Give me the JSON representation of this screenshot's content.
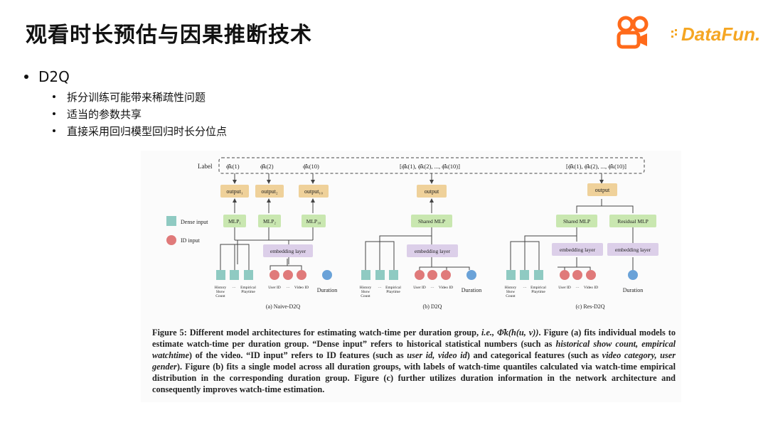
{
  "title": "观看时长预估与因果推断技术",
  "brand": {
    "right_logo_text": "DataFun."
  },
  "bullets": {
    "main": "D2Q",
    "items": [
      "拆分训练可能带来稀疏性问题",
      "适当的参数共享",
      "直接采用回归模型回归时长分位点"
    ]
  },
  "figure": {
    "label_text": "Label",
    "label_a": [
      "ϕ̂k(1)",
      "ϕ̂k(2)",
      "ϕ̂k(10)"
    ],
    "label_b": "[ϕ̂k(1), ϕ̂k(2), ..., ϕ̂k(10)]",
    "label_c": "[ϕ̂k(1), ϕ̂k(2), ..., ϕ̂k(10)]",
    "outputs_a": [
      "output₁",
      "output₂",
      "output₁₀"
    ],
    "output_b": "output",
    "output_c": "output",
    "mlps_a": [
      "MLP₁",
      "MLP₂",
      "MLP₁₀"
    ],
    "shared_mlp": "Shared MLP",
    "residual_mlp": "Residual MLP",
    "embedding": "embedding layer",
    "legend_dense": "Dense input",
    "legend_id": "ID input",
    "feat_history": [
      "History",
      "Show",
      "Count"
    ],
    "feat_empirical": [
      "Empirical",
      "Playtime"
    ],
    "feat_user": "User ID",
    "feat_video": "Video ID",
    "feat_duration": "Duration",
    "ellipsis": "···",
    "subcaptions": [
      "(a) Naive-D2Q",
      "(b) D2Q",
      "(c) Res-D2Q"
    ],
    "colors": {
      "output": "#efd19a",
      "mlp": "#c9e7b0",
      "embed": "#dccfe9",
      "dense": "#8fcac2",
      "id": "#e07a7a",
      "duration": "#6aa2d8"
    }
  },
  "caption": {
    "p1": "Figure 5: Different model architectures for estimating watch-time per duration group, ",
    "p2": "i.e., Φ̂k(h(u, v))",
    "p3": ". Figure (a) fits individual models to estimate watch-time per duration group. “Dense input” refers to historical statistical numbers (such as ",
    "p4": "historical show count, empirical watchtime",
    "p5": ") of the video. “ID input” refers to ID features (such as ",
    "p6": "user id, video id",
    "p7": ") and categorical features (such as ",
    "p8": "video category, user gender",
    "p9": "). Figure (b) fits a single model across all duration groups, with labels of watch-time quantiles calculated via watch-time empirical distribution in the corresponding duration group. Figure (c) further utilizes duration information in the network architecture and consequently improves watch-time estimation."
  }
}
